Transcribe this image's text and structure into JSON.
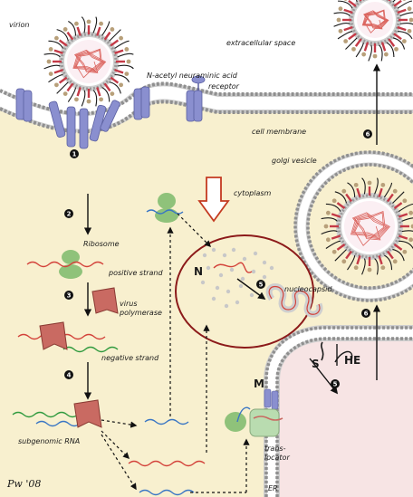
{
  "labels": {
    "virion": "virion",
    "extracellular_space": "extracellular space",
    "neuraminic_acid": "N-acetyl neuraminic acid",
    "receptor": "receptor",
    "cell_membrane": "cell membrane",
    "golgi_vesicle": "golgi vesicle",
    "cytoplasm": "cytoplasm",
    "ribosome": "Ribosome",
    "positive_strand": "positive strand",
    "virus_polymerase_1": "virus",
    "virus_polymerase_2": "polymerase",
    "negative_strand": "negative strand",
    "nucleocapsid": "nucleocapsid",
    "n_protein": "N",
    "m_protein": "M",
    "he_protein": "HE",
    "s_protein": "S",
    "subgenomic_rna": "subgenomic RNA",
    "translocator_1": "trans-",
    "translocator_2": "locator",
    "er": "ER",
    "signature": "Pw '08"
  },
  "steps": [
    "1",
    "2",
    "3",
    "4",
    "5",
    "5",
    "6",
    "6"
  ],
  "colors": {
    "cytoplasm": "#f8f0cf",
    "extracellular": "#ffffff",
    "er_lumen": "#f7e4e4",
    "membrane_head": "#9a9a9a",
    "receptor": "#8a8fcf",
    "ribosome": "#8fc27a",
    "polymerase": "#c96a62",
    "rna_red": "#d3423a",
    "rna_green": "#2f9a3e",
    "rna_blue": "#3a76c4",
    "spike_red": "#c43a47",
    "spike_tan": "#b8a07a",
    "highlight_circle": "#8c1a1a",
    "highlight_arrow": "#c43a20"
  }
}
